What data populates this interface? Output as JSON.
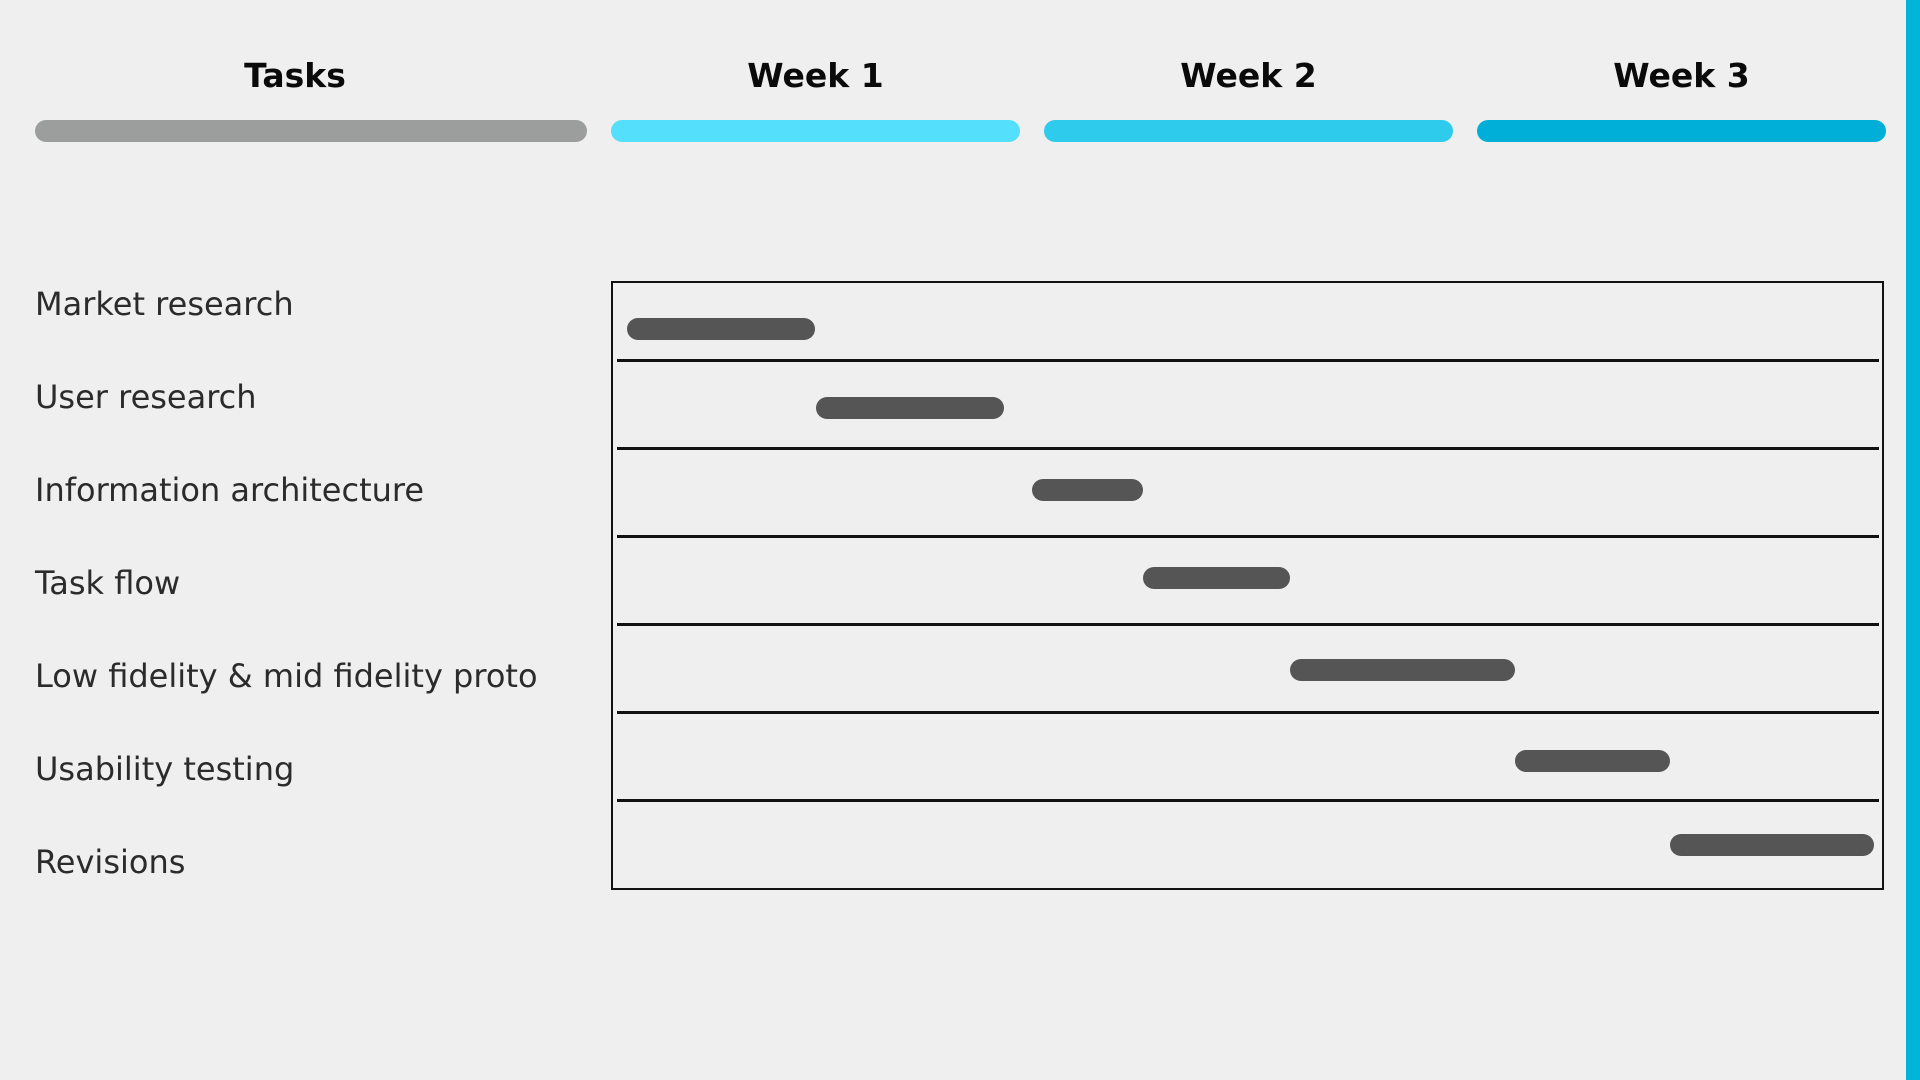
{
  "chart_data": {
    "type": "gantt",
    "title": "",
    "task_header": "Tasks",
    "week_headers": [
      "Week 1",
      "Week 2",
      "Week 3"
    ],
    "x_unit": "weeks",
    "xlim": [
      0,
      3
    ],
    "tasks": [
      {
        "label": "Market research",
        "start": 0.04,
        "end": 0.5
      },
      {
        "label": "User research",
        "start": 0.5,
        "end": 0.96
      },
      {
        "label": "Information architecture",
        "start": 1.03,
        "end": 1.3
      },
      {
        "label": "Task flow",
        "start": 1.3,
        "end": 1.66
      },
      {
        "label": "Low fidelity & mid fidelity proto",
        "start": 1.66,
        "end": 2.21
      },
      {
        "label": "Usability testing",
        "start": 2.21,
        "end": 2.59
      },
      {
        "label": "Revisions",
        "start": 2.59,
        "end": 3.1
      }
    ]
  },
  "colors": {
    "background": "#efefef",
    "tasks_bar": "#9c9e9e",
    "week_1_bar": "#54e0fd",
    "week_2_bar": "#2fcbed",
    "week_3_bar": "#00afd7",
    "task_bar": "#555555",
    "accent_edge": "#00b3d9"
  }
}
